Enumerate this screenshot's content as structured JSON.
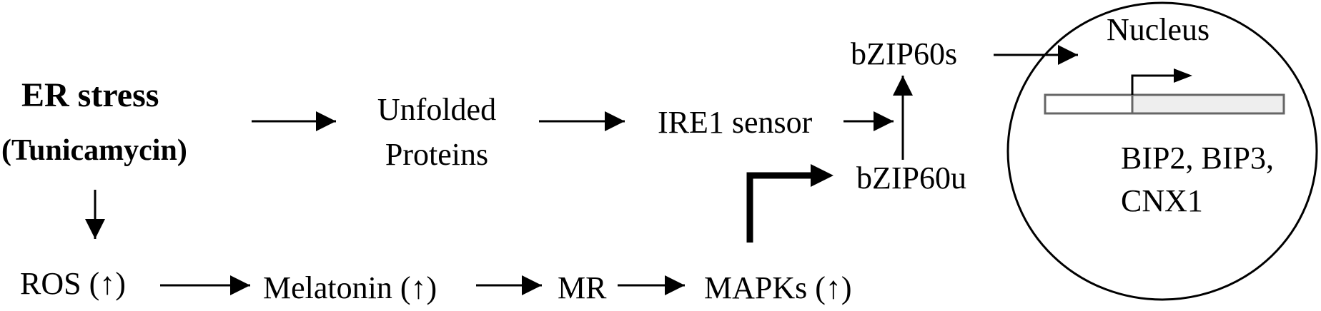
{
  "diagram": {
    "er_stress": {
      "title": "ER stress",
      "subtitle": "(Tunicamycin)"
    },
    "unfolded_proteins": {
      "line1": "Unfolded",
      "line2": "Proteins"
    },
    "ire1": "IRE1 sensor",
    "bzip60s": "bZIP60s",
    "bzip60u": "bZIP60u",
    "nucleus": {
      "label": "Nucleus",
      "genes_line1": "BIP2, BIP3,",
      "genes_line2": "CNX1"
    },
    "ros": "ROS (↑)",
    "melatonin": "Melatonin (↑)",
    "mr": "MR",
    "mapks": "MAPKs (↑)"
  },
  "colors": {
    "text": "#000000",
    "gene_outline": "#666666",
    "gene_fill": "#eeeeee"
  },
  "icons": [
    "arrow-right-icon",
    "arrow-up-icon",
    "arrow-down-icon",
    "promoter-arrow-icon"
  ]
}
